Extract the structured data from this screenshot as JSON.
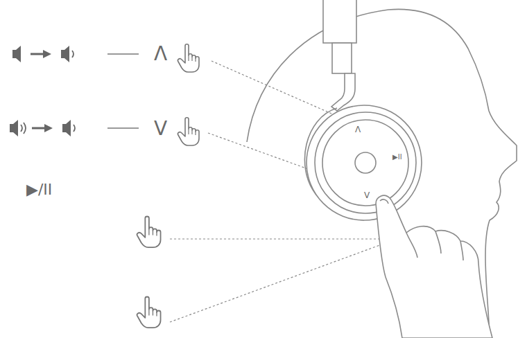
{
  "diagram": {
    "labels": [
      "Λ",
      "V",
      "▶/II",
      "Λ",
      "V",
      "▶II"
    ]
  }
}
